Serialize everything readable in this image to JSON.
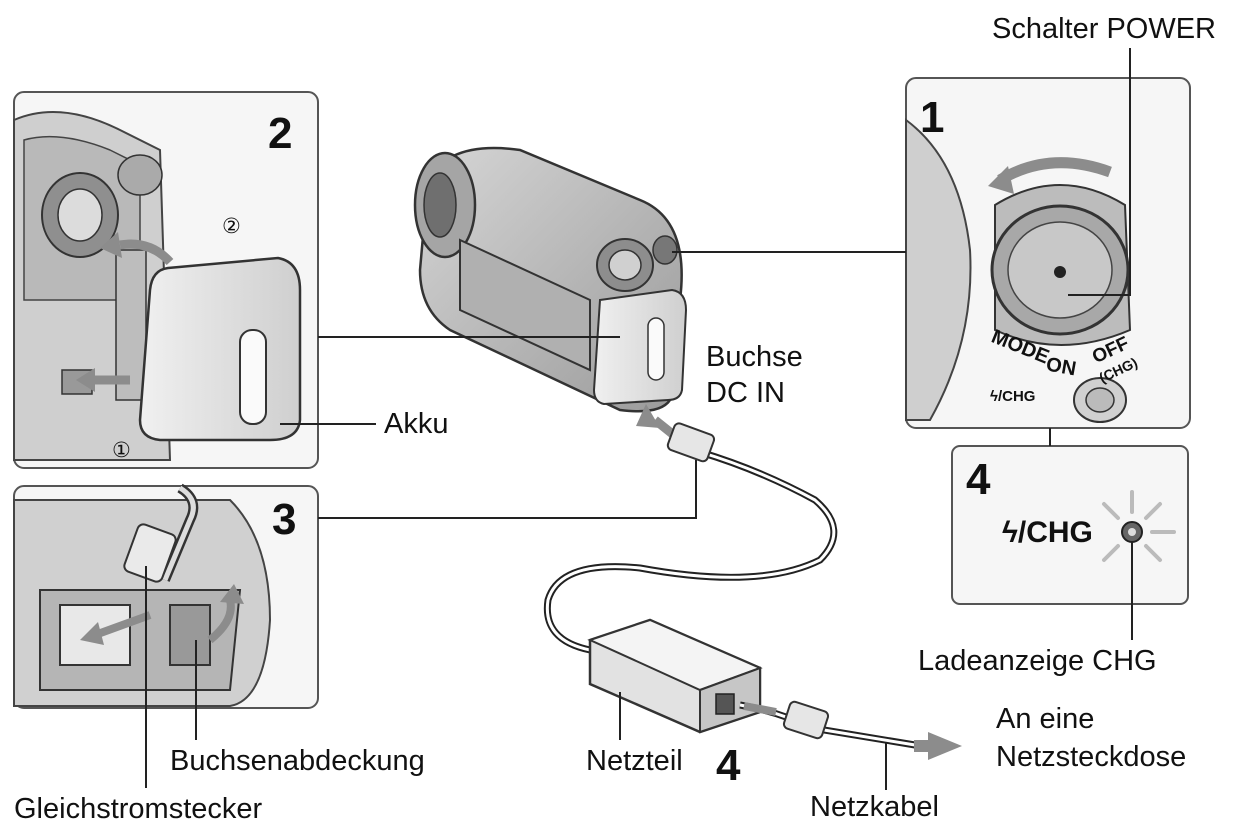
{
  "labels": {
    "schalter_power": "Schalter POWER",
    "buchse_dc_in_line1": "Buchse",
    "buchse_dc_in_line2": "DC IN",
    "akku": "Akku",
    "ladeanzeige": "Ladeanzeige CHG",
    "buchsenabdeckung": "Buchsenabdeckung",
    "gleichstromstecker": "Gleichstromstecker",
    "netzteil": "Netzteil",
    "netzkabel": "Netzkabel",
    "steckdose_line1": "An eine",
    "steckdose_line2": "Netzsteckdose"
  },
  "steps": {
    "step1": "1",
    "step2": "2",
    "step3": "3",
    "step4_panel": "4",
    "step4_adapter": "4"
  },
  "markers": {
    "sub1": "①",
    "sub2": "②"
  },
  "dial_text": {
    "mode": "MODE",
    "on": "ON",
    "off": "OFF",
    "chg": "(CHG)",
    "chg_lamp": "ϟ/CHG",
    "chg_lamp_big": "ϟ/CHG"
  },
  "colors": {
    "line": "#222222",
    "panel_border": "#555555",
    "body_gray": "#c8c8c8",
    "dark_gray": "#8a8a8a",
    "light_gray": "#e4e4e4",
    "arrow_gray": "#8c8c8c"
  }
}
